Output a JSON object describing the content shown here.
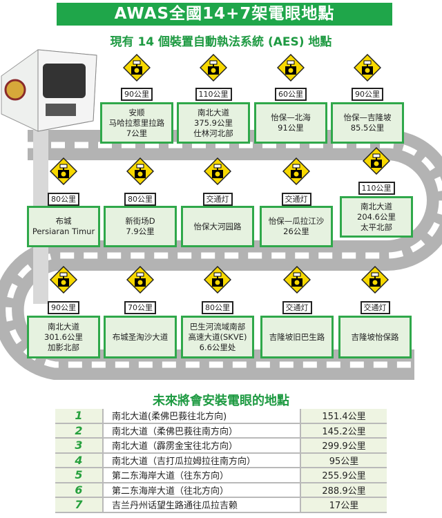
{
  "title": "AWAS全國14+7架電眼地點",
  "subtitle": "現有 14 個裝置自動執法系統 (AES) 地點",
  "future_title": "未來將會安裝電眼的地點",
  "colors": {
    "green": "#1fa64a",
    "sign_yellow": "#f7d800",
    "road": "#b3b3b3"
  },
  "icons": {
    "sign": "speed-camera-sign-icon",
    "camera": "speed-camera-icon"
  },
  "rows": [
    [
      {
        "limit": "90公里",
        "lines": [
          "安顺",
          "马哈拉惹里拉路",
          "7公里"
        ]
      },
      {
        "limit": "110公里",
        "lines": [
          "南北大道",
          "375.9公里",
          "仕林河北部"
        ]
      },
      {
        "limit": "60公里",
        "lines": [
          "怡保—北海",
          "91公里"
        ]
      },
      {
        "limit": "90公里",
        "lines": [
          "怡保—吉隆坡",
          "85.5公里"
        ]
      }
    ],
    [
      {
        "limit": "80公里",
        "lines": [
          "布城",
          "Persiaran Timur"
        ]
      },
      {
        "limit": "80公里",
        "lines": [
          "新街场D",
          "7.9公里"
        ]
      },
      {
        "limit": "交通灯",
        "lines": [
          "怡保大河园路"
        ]
      },
      {
        "limit": "交通灯",
        "lines": [
          "怡保—瓜拉江沙",
          "26公里"
        ]
      },
      {
        "limit": "110公里",
        "lines": [
          "南北大道",
          "204.6公里",
          "太平北部"
        ]
      }
    ],
    [
      {
        "limit": "90公里",
        "lines": [
          "南北大道",
          "301.6公里",
          "加影北部"
        ]
      },
      {
        "limit": "70公里",
        "lines": [
          "布城圣淘沙大道"
        ]
      },
      {
        "limit": "80公里",
        "lines": [
          "巴生河流域南部",
          "高速大道(SKVE)",
          "6.6公里处"
        ]
      },
      {
        "limit": "交通灯",
        "lines": [
          "吉隆坡旧巴生路"
        ]
      },
      {
        "limit": "交通灯",
        "lines": [
          "吉隆坡怡保路"
        ]
      }
    ]
  ],
  "future": [
    {
      "no": "1",
      "place": "南北大道(柔佛巴莪往北方向)",
      "km": "151.4公里"
    },
    {
      "no": "2",
      "place": "南北大道（柔佛巴莪往南方向）",
      "km": "145.2公里"
    },
    {
      "no": "3",
      "place": "南北大道（霹雳金宝往北方向）",
      "km": "299.9公里"
    },
    {
      "no": "4",
      "place": "南北大道（吉打瓜拉姆拉往南方向）",
      "km": "95公里"
    },
    {
      "no": "5",
      "place": "第二东海岸大道（往东方向）",
      "km": "255.9公里"
    },
    {
      "no": "6",
      "place": "第二东海岸大道（往北方向）",
      "km": "288.9公里"
    },
    {
      "no": "7",
      "place": "吉兰丹州话望生路通往瓜拉吉赖",
      "km": "17公里"
    }
  ]
}
